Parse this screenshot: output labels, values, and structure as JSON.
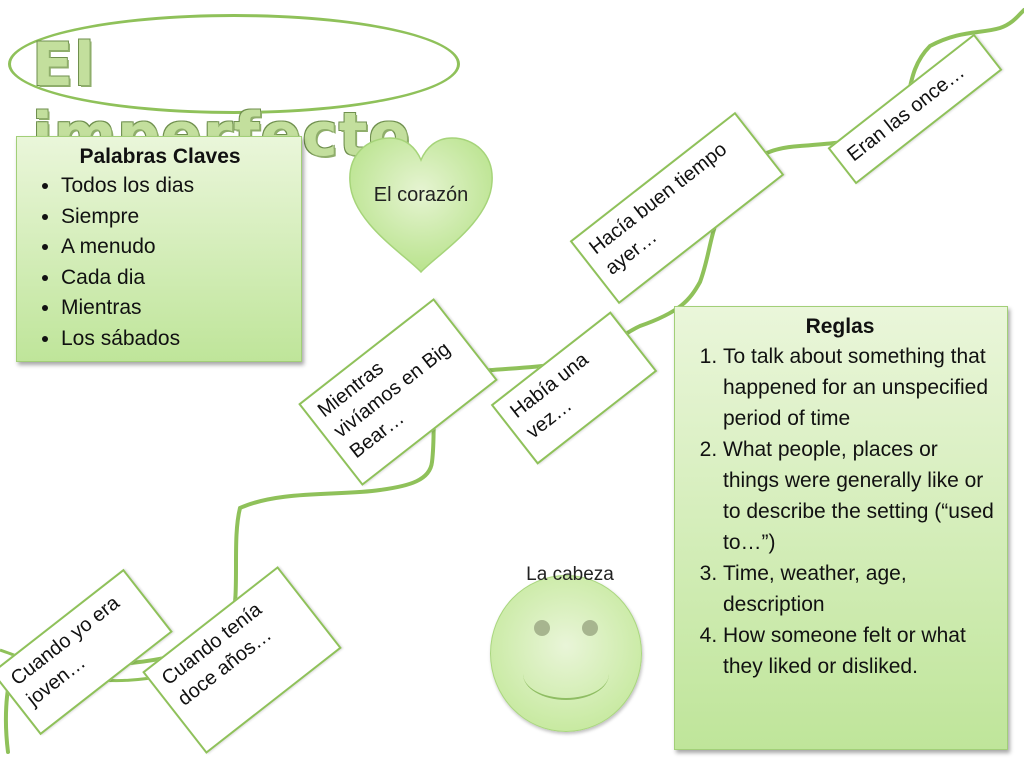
{
  "title": "El imperfecto",
  "palabras_claves": {
    "heading": "Palabras Claves",
    "items": [
      "Todos los dias",
      "Siempre",
      "A menudo",
      "Cada dia",
      "Mientras",
      "Los sábados"
    ]
  },
  "heart_label": "El corazón",
  "face_label": "La cabeza",
  "cards": {
    "joven": "Cuando yo era joven…",
    "doce": "Cuando tenía doce años…",
    "mientras": "Mientras vivíamos en Big Bear…",
    "habia": "Había una vez…",
    "hacia": "Hacía buen tiempo ayer…",
    "eran": "Eran las once…"
  },
  "reglas": {
    "heading": "Reglas",
    "items": [
      "To talk about something that happened for an unspecified period of time",
      "What people, places or things were generally like or to describe the setting (“used to…”)",
      "Time, weather, age, description",
      "How someone felt or what they liked or disliked."
    ]
  },
  "colors": {
    "accent_green": "#8fc15a",
    "panel_light": "#eaf6da",
    "panel_dark": "#bfe59a"
  }
}
